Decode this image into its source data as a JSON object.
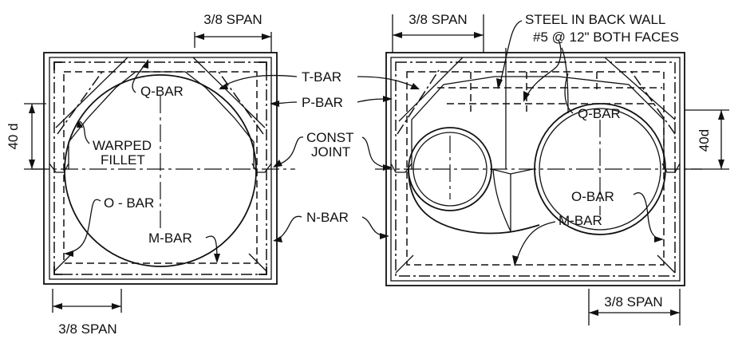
{
  "labels": {
    "span_top_left": "3/8 SPAN",
    "span_bottom_left": "3/8 SPAN",
    "span_top_right": "3/8 SPAN",
    "span_bottom_right": "3/8 SPAN",
    "steel_back_wall_1": "STEEL IN BACK WALL",
    "steel_back_wall_2": "#5 @ 12\" BOTH FACES",
    "t_bar": "T-BAR",
    "p_bar": "P-BAR",
    "const_joint_1": "CONST",
    "const_joint_2": "JOINT",
    "n_bar": "N-BAR",
    "q_bar_left": "Q-BAR",
    "q_bar_right": "Q-BAR",
    "warped_fillet_1": "WARPED",
    "warped_fillet_2": "FILLET",
    "o_bar_left": "O - BAR",
    "o_bar_right": "O-BAR",
    "m_bar_left": "M-BAR",
    "m_bar_right": "M-BAR",
    "dim_40d_left": "40 d",
    "dim_40d_right": "40d"
  }
}
